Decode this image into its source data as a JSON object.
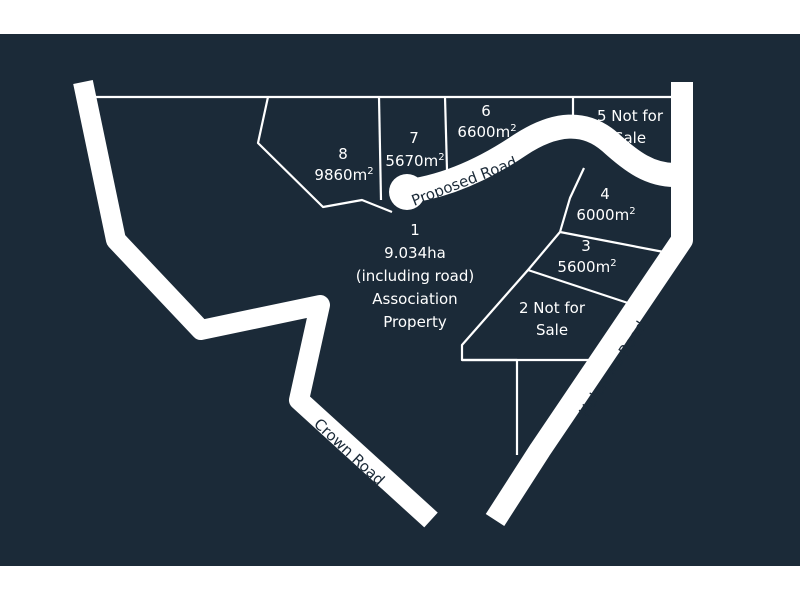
{
  "colors": {
    "background": "#1b2a38",
    "lines": "#ffffff",
    "road_text": "#1b2a38",
    "page": "#ffffff"
  },
  "roads": {
    "proposed": "Proposed Road",
    "crown": "Crown Road",
    "halcrows": "Halcrows Road"
  },
  "lots": {
    "lot1": {
      "number": "1",
      "area": "9.034ha",
      "note": "(including road)",
      "line3": "Association",
      "line4": "Property"
    },
    "lot2": {
      "line1": "2 Not for",
      "line2": "Sale"
    },
    "lot3": {
      "number": "3",
      "area_num": "5600m",
      "sup": "2"
    },
    "lot4": {
      "number": "4",
      "area_num": "6000m",
      "sup": "2"
    },
    "lot5": {
      "line1": "5 Not for",
      "line2": "Sale"
    },
    "lot6": {
      "number": "6",
      "area_num": "6600m",
      "sup": "2"
    },
    "lot7": {
      "number": "7",
      "area_num": "5670m",
      "sup": "2"
    },
    "lot8": {
      "number": "8",
      "area_num": "9860m",
      "sup": "2"
    }
  }
}
